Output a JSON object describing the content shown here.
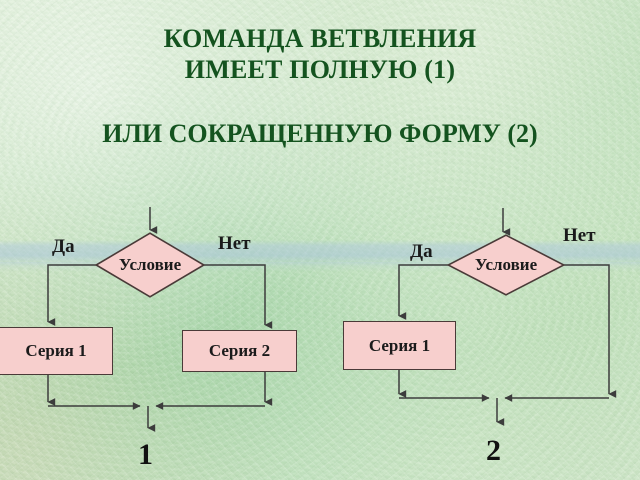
{
  "slide": {
    "title_lines": [
      "КОМАНДА ВЕТВЛЕНИЯ",
      "ИМЕЕТ ПОЛНУЮ (1)"
    ],
    "subtitle": "ИЛИ СОКРАЩЕННУЮ ФОРМУ (2)",
    "title_color": "#14531f",
    "background_color": "#c5e3be",
    "shape_fill": "#f7cfcd",
    "shape_stroke": "#4a3a38",
    "connector_color": "#3c3c3c"
  },
  "diagrams": [
    {
      "id": "full-form",
      "number": "1",
      "decision": {
        "label": "Условие"
      },
      "branches": [
        {
          "label": "Да",
          "target": "Серия 1"
        },
        {
          "label": "Нет",
          "target": "Серия 2"
        }
      ],
      "processes": [
        {
          "label": "Серия 1"
        },
        {
          "label": "Серия 2"
        }
      ]
    },
    {
      "id": "short-form",
      "number": "2",
      "decision": {
        "label": "Условие"
      },
      "branches": [
        {
          "label": "Да",
          "target": "Серия 1"
        },
        {
          "label": "Нет",
          "target": null
        }
      ],
      "processes": [
        {
          "label": "Серия 1"
        }
      ]
    }
  ]
}
